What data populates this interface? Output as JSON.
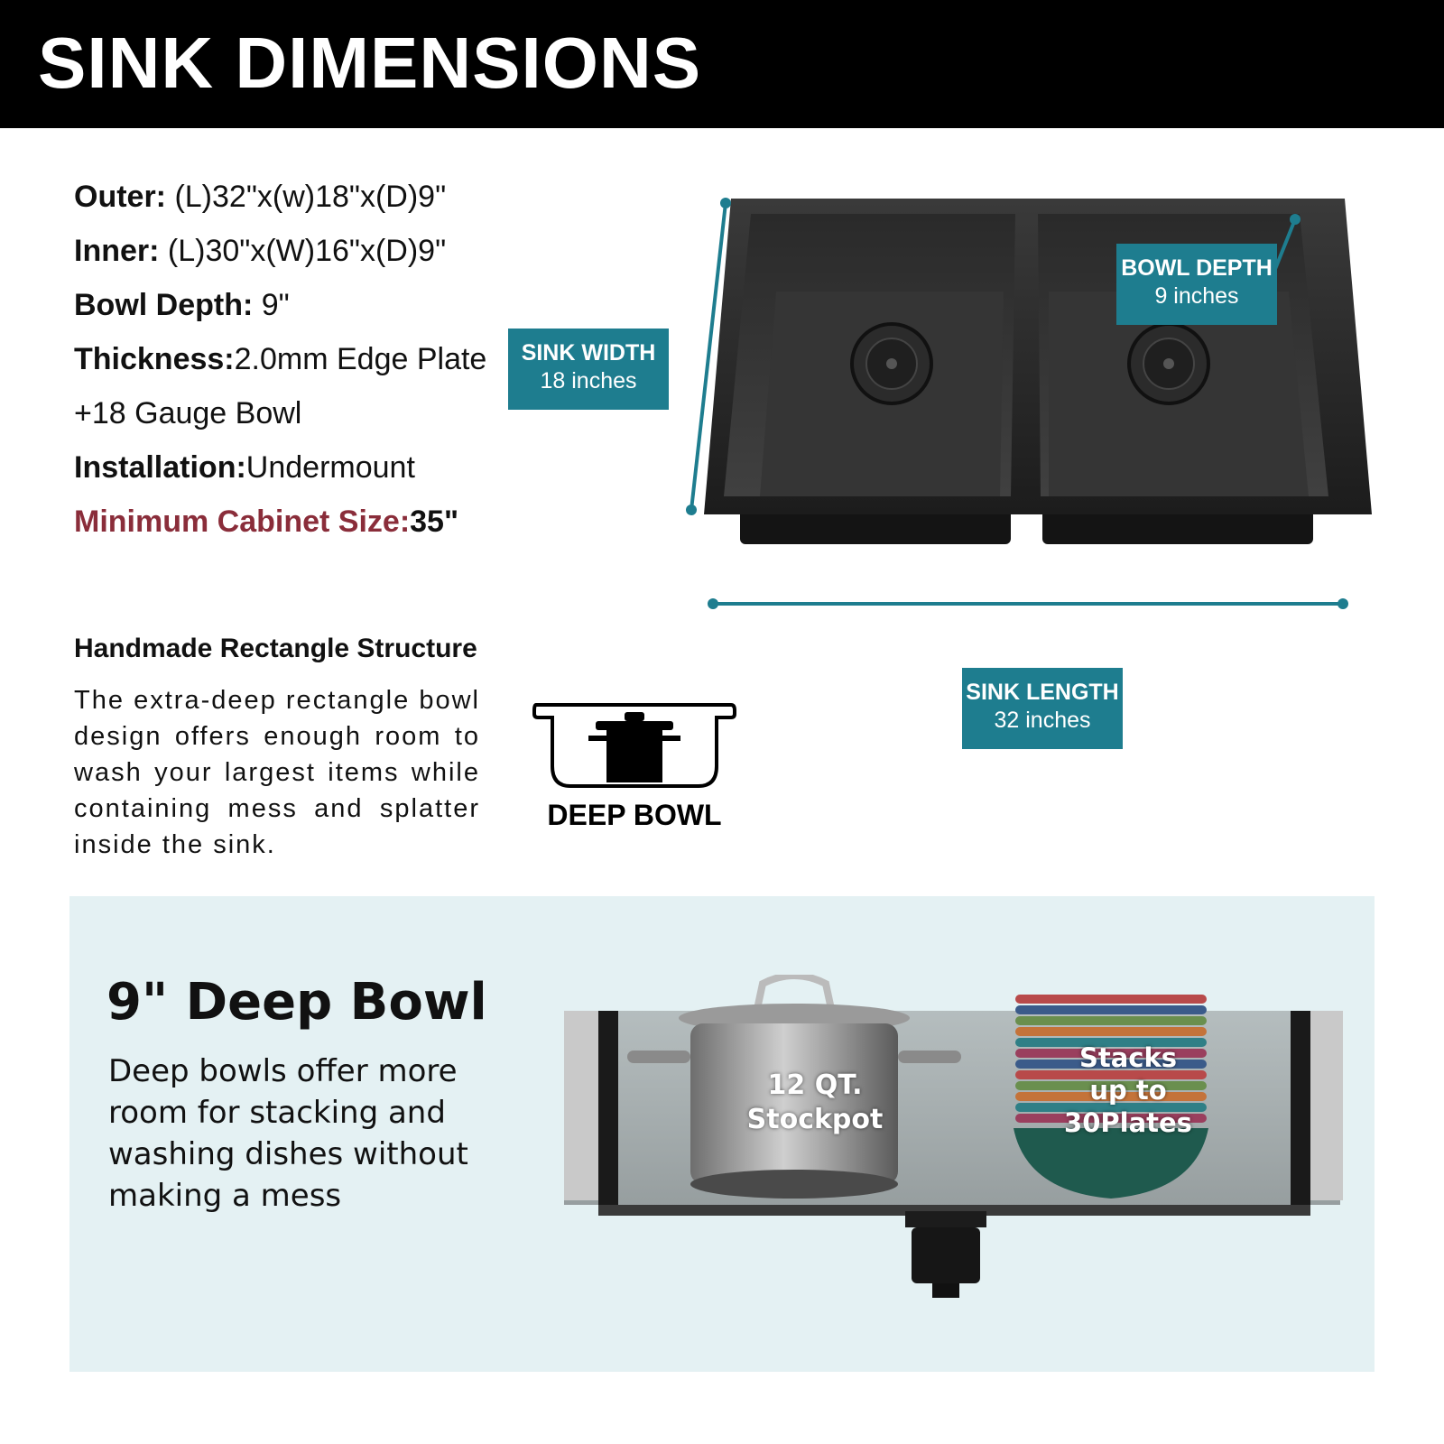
{
  "header": {
    "title": "SINK DIMENSIONS"
  },
  "specs": [
    {
      "label": "Outer:",
      "value": " (L)32\"x(w)18\"x(D)9\""
    },
    {
      "label": "Inner:",
      "value": " (L)30\"x(W)16\"x(D)9\""
    },
    {
      "label": "Bowl Depth:",
      "value": " 9\""
    },
    {
      "label": "Thickness:",
      "value": "2.0mm Edge Plate"
    },
    {
      "label": "",
      "value": "+18 Gauge Bowl"
    },
    {
      "label": "Installation:",
      "value": "Undermount"
    },
    {
      "label": "Minimum Cabinet Size:",
      "value": "35\""
    }
  ],
  "tags": {
    "sink_width": {
      "title": "SINK WIDTH",
      "value": "18 inches"
    },
    "bowl_depth": {
      "title": "BOWL DEPTH",
      "value": "9 inches"
    },
    "sink_length": {
      "title": "SINK LENGTH",
      "value": "32 inches"
    }
  },
  "structure": {
    "title": "Handmade Rectangle Structure",
    "body": "The extra-deep rectangle bowl design offers enough room to wash your largest items while containing mess and splatter inside the sink."
  },
  "deep_bowl_icon": {
    "label": "DEEP BOWL",
    "icon": "pot-in-bowl-icon"
  },
  "panel": {
    "title": "9\" Deep Bowl",
    "body": "Deep bowls offer more room for stacking and washing dishes without making a mess",
    "pot_label_1": "12 QT.",
    "pot_label_2": "Stockpot",
    "plates_label_1": "Stacks",
    "plates_label_2": "up to",
    "plates_label_3": "30Plates"
  },
  "colors": {
    "accent": "#1e7d8f",
    "cabinet_label": "#8a2d3a",
    "panel_bg": "#e4f1f3",
    "header_bg": "#000000"
  }
}
